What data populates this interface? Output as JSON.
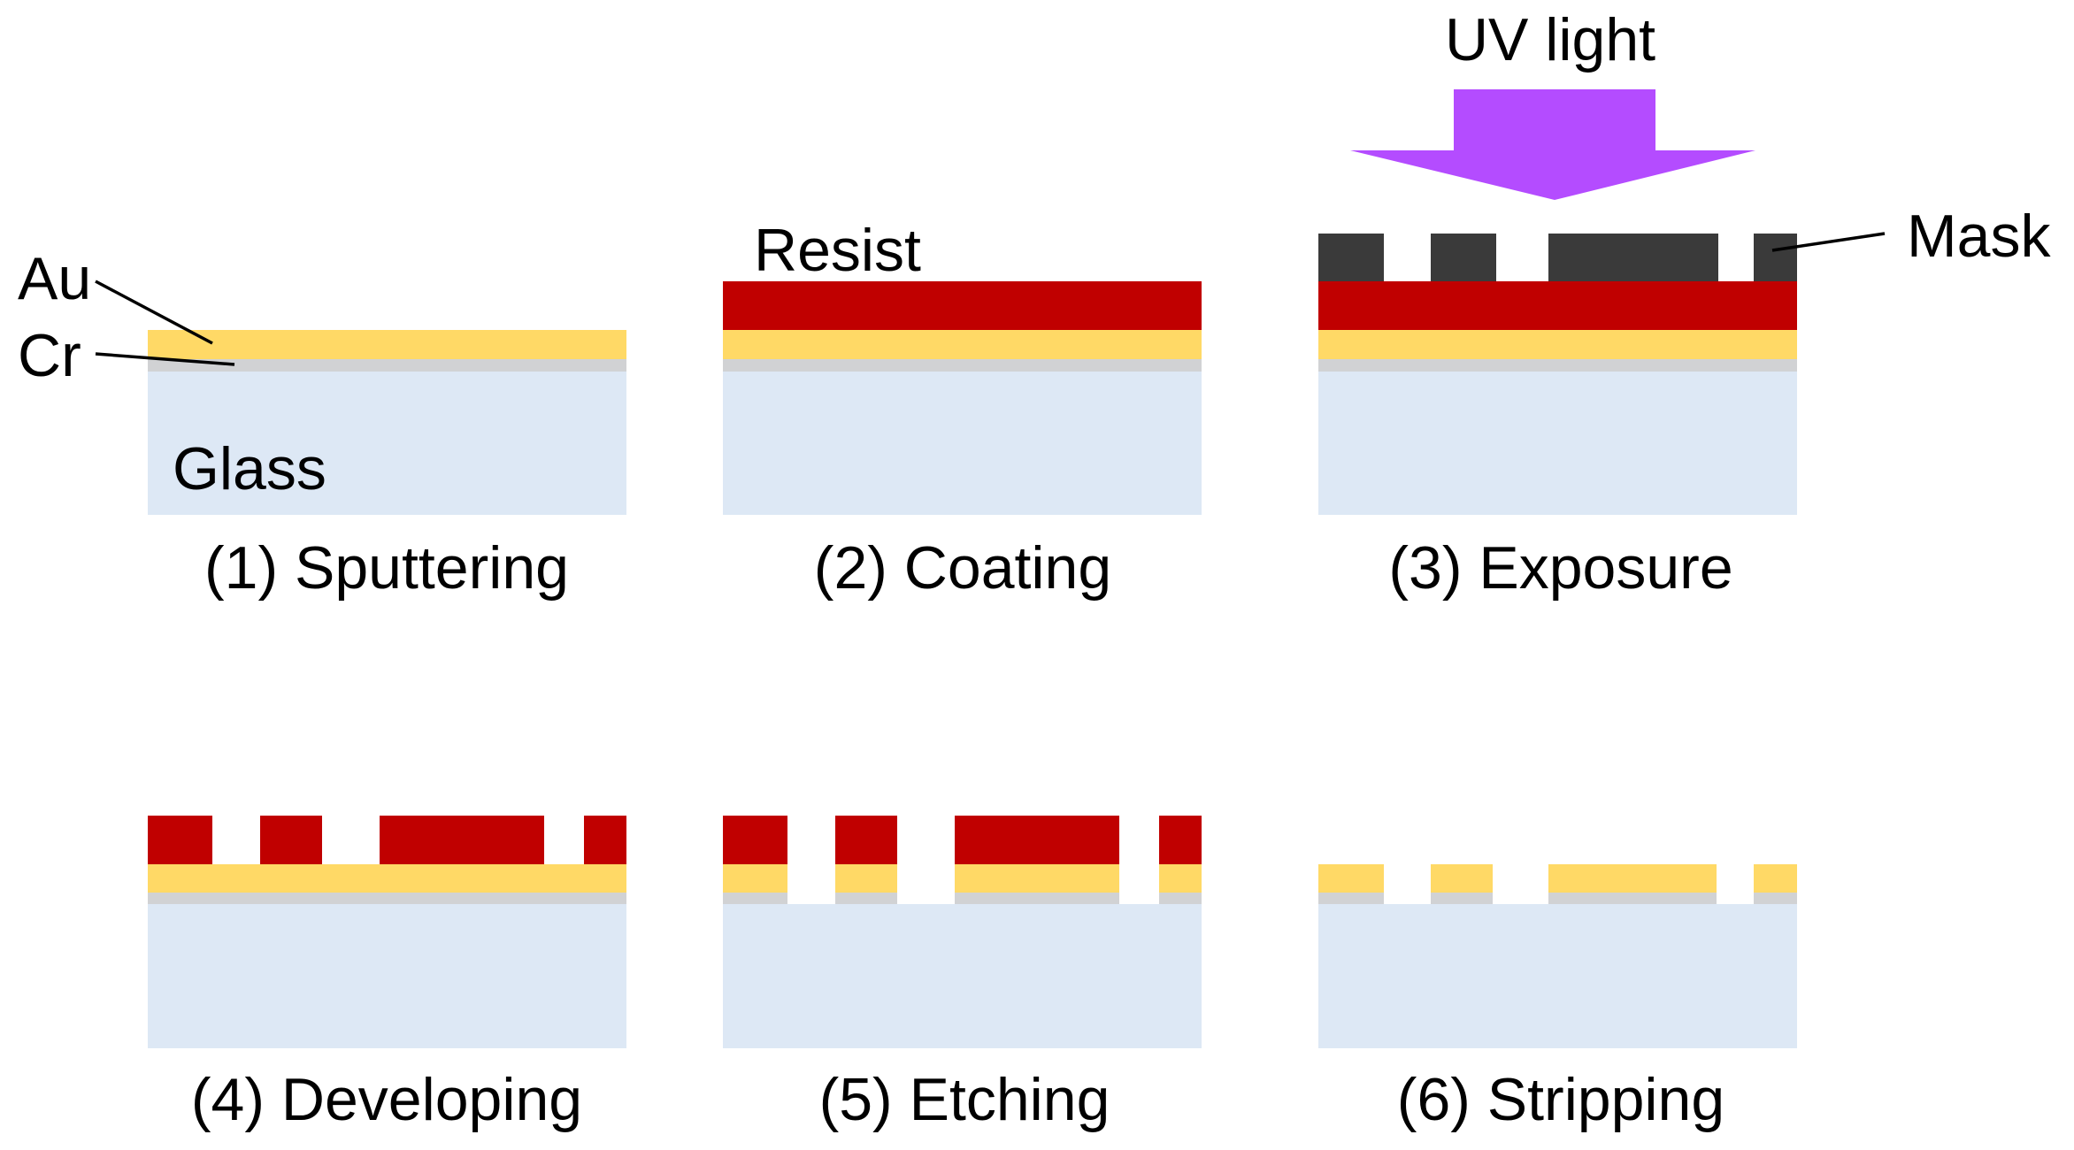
{
  "colors": {
    "glass": "#DDE8F5",
    "cr": "#D1D2D4",
    "au": "#FFD966",
    "resist": "#C00000",
    "mask": "#3A3A3A",
    "uv_arrow": "#B44CFF"
  },
  "callouts": {
    "au": "Au",
    "cr": "Cr",
    "glass": "Glass",
    "resist": "Resist",
    "mask": "Mask",
    "uv_light": "UV light"
  },
  "steps": [
    {
      "label": "(1) Sputtering"
    },
    {
      "label": "(2) Coating"
    },
    {
      "label": "(3) Exposure"
    },
    {
      "label": "(4) Developing"
    },
    {
      "label": "(5) Etching"
    },
    {
      "label": "(6) Stripping"
    }
  ]
}
